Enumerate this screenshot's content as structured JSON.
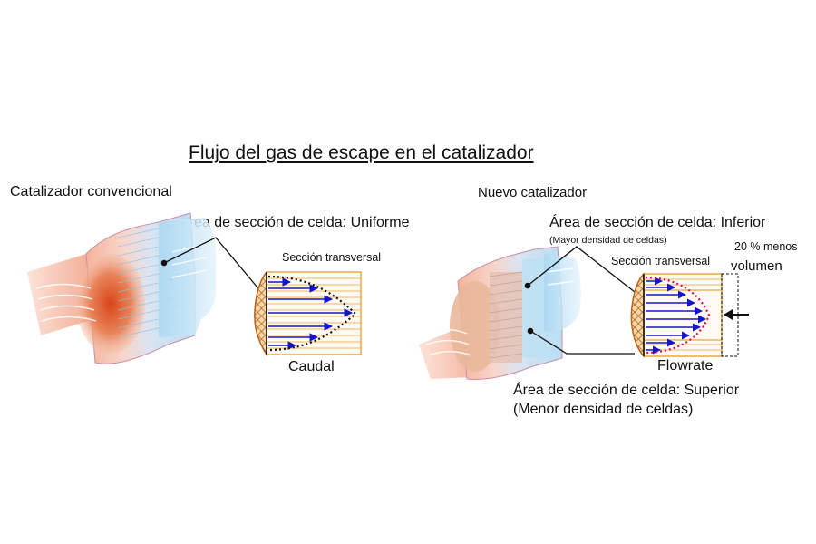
{
  "title": "Flujo del gas de escape en el catalizador",
  "conventional": {
    "label": "Catalizador convencional",
    "cell_area": "Área de sección de celda: Uniforme",
    "cross_section": "Sección transversal",
    "flow": "Caudal"
  },
  "new": {
    "label": "Nuevo catalizador",
    "cell_area_inner": "Área de sección de celda: Inferior",
    "cell_area_inner_note": "(Mayor densidad de celdas)",
    "cross_section": "Sección transversal",
    "volume_reduction_1": "20 % menos",
    "volume_reduction_2": "volumen",
    "flow": "Flowrate",
    "cell_area_outer": "Área de sección de celda: Superior",
    "cell_area_outer_note": "(Menor densidad de celdas)"
  },
  "colors": {
    "hot_flow": "#e8553a",
    "cool_flow": "#5fb2e0",
    "flow_arrow": "#1414c8",
    "grid_lines": "#e8a23a",
    "honeycomb": "#c86a1c",
    "profile_dots_conv": "#000000",
    "profile_dots_new": "#e0104a"
  },
  "icons": [
    "flow-arrow-icon",
    "pointer-dot-icon",
    "compress-arrow-icon"
  ]
}
